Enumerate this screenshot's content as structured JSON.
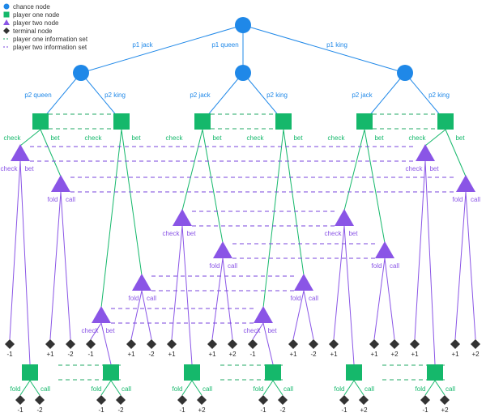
{
  "colors": {
    "chance": "#1f88e8",
    "player_one": "#15b86b",
    "player_two": "#8a55e6",
    "terminal": "#333333",
    "p1_infoset": "#22aa66",
    "p2_infoset": "#7a44dd"
  },
  "legend": {
    "chance": "chance node",
    "player_one": "player one node",
    "player_two": "player two node",
    "terminal": "terminal node",
    "p1_infoset": "player one information set",
    "p2_infoset": "player two information set"
  },
  "tree": {
    "p1_cards": [
      "p1 jack",
      "p1 queen",
      "p1 king"
    ],
    "p2_cards": [
      [
        "p2 queen",
        "p2 king"
      ],
      [
        "p2 jack",
        "p2 king"
      ],
      [
        "p2 jack",
        "p2 king"
      ]
    ],
    "action_labels": {
      "check": "check",
      "bet": "bet",
      "fold": "fold",
      "call": "call"
    },
    "payoffs": [
      {
        "node_check_check": [
          "-1",
          "-1"
        ],
        "node_check_bet_fold": [
          "-1",
          "-1"
        ],
        "node_check_bet_call": [
          "-2",
          "-2"
        ],
        "node_bet_fold": [
          "+1",
          "+1"
        ],
        "node_bet_call": [
          "-2",
          "-2"
        ]
      },
      {
        "node_check_check": [
          "+1",
          "-1"
        ],
        "node_check_bet_fold": [
          "-1",
          "-1"
        ],
        "node_check_bet_call": [
          "+2",
          "-2"
        ],
        "node_bet_fold": [
          "+1",
          "+1"
        ],
        "node_bet_call": [
          "+2",
          "-2"
        ]
      },
      {
        "node_check_check": [
          "+1",
          "+1"
        ],
        "node_check_bet_fold": [
          "-1",
          "-1"
        ],
        "node_check_bet_call": [
          "+2",
          "+2"
        ],
        "node_bet_fold": [
          "+1",
          "+1"
        ],
        "node_bet_call": [
          "+2",
          "+2"
        ]
      }
    ]
  }
}
